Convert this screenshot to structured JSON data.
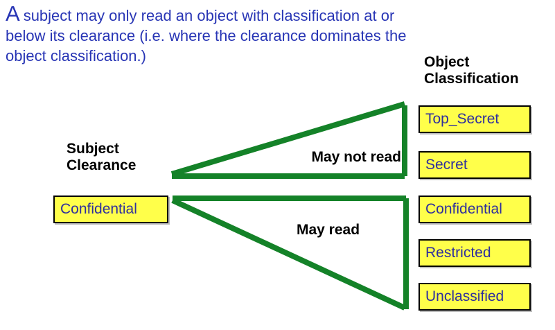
{
  "title": {
    "lead": "A",
    "line1_rest": "subject may only read an object with classification at or",
    "line2": "below its clearance (i.e. where the clearance dominates the",
    "line3": "object classification.)"
  },
  "left": {
    "heading_line1": "Subject",
    "heading_line2": "Clearance",
    "clearance_box": "Confidential"
  },
  "right": {
    "heading_line1": "Object",
    "heading_line2": "Classification",
    "levels": [
      "Top_Secret",
      "Secret",
      "Confidential",
      "Restricted",
      "Unclassified"
    ]
  },
  "relations": {
    "may_not_read": "May not read",
    "may_read": "May read"
  },
  "colors": {
    "title_blue": "#2835b5",
    "box_text_blue": "#2e2e9e",
    "box_yellow": "#ffff4a",
    "triangle_green": "#148228",
    "heading_black": "#000000"
  }
}
